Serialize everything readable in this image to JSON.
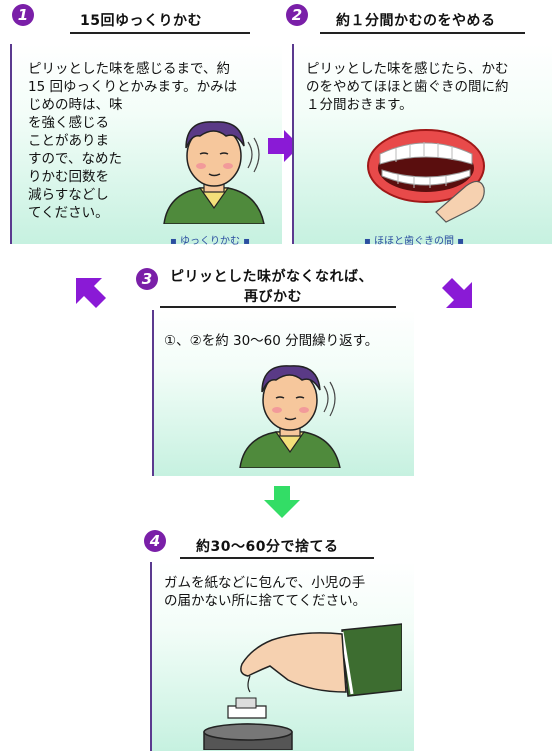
{
  "steps": [
    {
      "number": "1",
      "title": "15回ゆっくりかむ",
      "text_lines": [
        "ピリッとした味を感じるまで、約",
        "15 回ゆっくりとかみます。かみは",
        "じめの時は、味",
        "を強く感じる",
        "ことがありま",
        "すので、なめた",
        "りかむ回数を",
        "減らすなどし",
        "てください。"
      ],
      "caption": "▪ ゆっくりかむ ▪"
    },
    {
      "number": "2",
      "title": "約１分間かむのをやめる",
      "text_lines": [
        "ピリッとした味を感じたら、かむ",
        "のをやめてほほと歯ぐきの間に約",
        "１分間おきます。"
      ],
      "caption": "▪ ほほと歯ぐきの間 ▪"
    },
    {
      "number": "3",
      "title_lines": [
        "ピリッとした味がなくなれば、",
        "再びかむ"
      ],
      "text": "①、②を約 30〜60 分間繰り返す。"
    },
    {
      "number": "4",
      "title": "約30〜60分で捨てる",
      "text_lines": [
        "ガムを紙などに包んで、小児の手",
        "の届かない所に捨ててください。"
      ]
    }
  ],
  "colors": {
    "badge": "#7a1fa8",
    "arrow_purple": "#8a1ad6",
    "arrow_green": "#33dd66",
    "panel_bottom": "#c6f1e0"
  }
}
